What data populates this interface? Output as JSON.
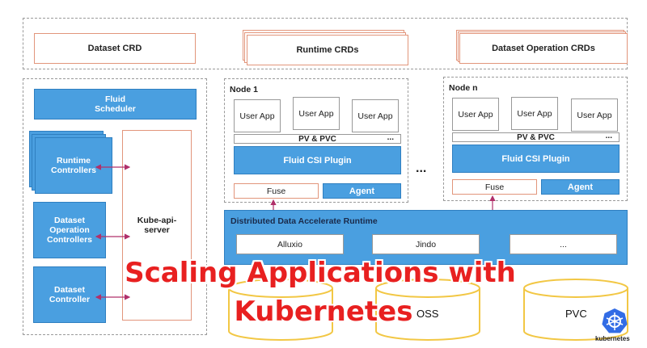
{
  "crds": {
    "dataset": "Dataset CRD",
    "runtime": "Runtime CRDs",
    "dataset_operation": "Dataset Operation CRDs"
  },
  "control_plane": {
    "scheduler": "Fluid Scheduler",
    "runtime_controllers": "Runtime Controllers",
    "dataset_operation_controllers": "Dataset Operation Controllers",
    "dataset_controller": "Dataset Controller",
    "kube_api_server": "Kube-api-server"
  },
  "node1": {
    "title": "Node 1",
    "apps": [
      "User App",
      "User App",
      "User App"
    ],
    "pv_pvc": "PV & PVC",
    "ellipsis": "...",
    "csi_plugin": "Fluid CSI Plugin",
    "fuse": "Fuse",
    "agent": "Agent"
  },
  "noden": {
    "title": "Node n",
    "apps": [
      "User App",
      "User App",
      "User App"
    ],
    "pv_pvc": "PV & PVC",
    "ellipsis": "...",
    "csi_plugin": "Fluid CSI Plugin",
    "fuse": "Fuse",
    "agent": "Agent"
  },
  "between_nodes": "...",
  "runtime": {
    "title": "Distributed Data Accelerate Runtime",
    "items": [
      "Alluxio",
      "Jindo",
      "..."
    ]
  },
  "storage": [
    "OSS",
    "PVC"
  ],
  "overlay": {
    "line1": "Scaling Applications with",
    "line2": "Kubernetes"
  },
  "logo": {
    "text": "kubernetes"
  },
  "colors": {
    "blue": "#4a9fe0",
    "orange_border": "#e2957b",
    "overlay_red": "#e82020",
    "storage_yellow": "#f2c744"
  }
}
